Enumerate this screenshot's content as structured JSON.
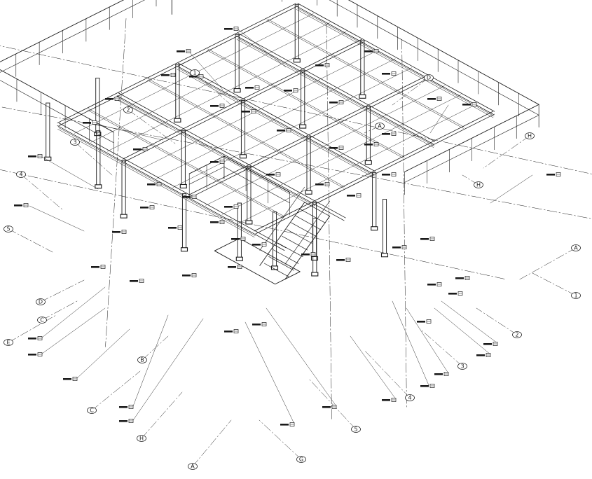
{
  "colors": {
    "ink": "#1a1a1a",
    "paper": "#ffffff"
  },
  "grid_bubbles": [
    {
      "id": "b1",
      "label": "1"
    },
    {
      "id": "b2",
      "label": "2"
    },
    {
      "id": "b3",
      "label": "3"
    },
    {
      "id": "b4",
      "label": "4"
    },
    {
      "id": "b5",
      "label": "5"
    },
    {
      "id": "b6",
      "label": "A"
    },
    {
      "id": "b7",
      "label": "B"
    },
    {
      "id": "b8",
      "label": "C"
    },
    {
      "id": "b9",
      "label": "D"
    },
    {
      "id": "b10",
      "label": "E"
    },
    {
      "id": "b11",
      "label": "H"
    },
    {
      "id": "b12",
      "label": "A"
    },
    {
      "id": "b13",
      "label": "1"
    },
    {
      "id": "b14",
      "label": "2"
    },
    {
      "id": "b15",
      "label": "3"
    },
    {
      "id": "b16",
      "label": "4"
    },
    {
      "id": "b17",
      "label": "5"
    },
    {
      "id": "b18",
      "label": "G"
    },
    {
      "id": "b19",
      "label": "H"
    },
    {
      "id": "b20",
      "label": "A"
    },
    {
      "id": "b21",
      "label": "D"
    },
    {
      "id": "b22",
      "label": "H"
    },
    {
      "id": "b23",
      "label": "C"
    }
  ]
}
